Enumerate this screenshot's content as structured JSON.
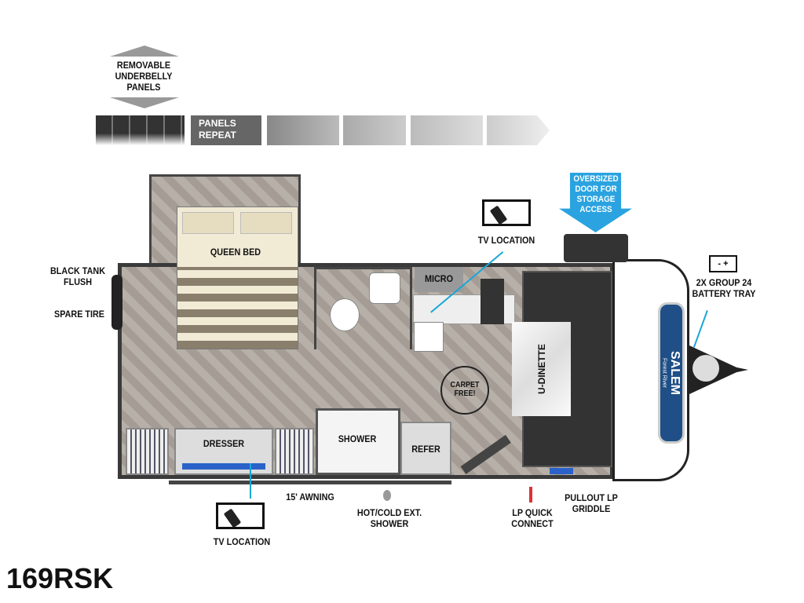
{
  "model": "169RSK",
  "underbelly": {
    "label": "REMOVABLE UNDERBELLY PANELS",
    "repeat": "PANELS REPEAT"
  },
  "callouts": {
    "door": "OVERSIZED DOOR FOR STORAGE ACCESS",
    "tv_top": "TV LOCATION",
    "tv_bottom": "TV LOCATION",
    "black_tank": "BLACK TANK FLUSH",
    "spare_tire": "SPARE TIRE",
    "battery": "2X GROUP 24 BATTERY TRAY",
    "awning": "15' AWNING",
    "ext_shower": "HOT/COLD EXT. SHOWER",
    "lp_quick": "LP QUICK CONNECT",
    "griddle": "PULLOUT LP GRIDDLE",
    "battery_symbol": "-  +"
  },
  "rooms": {
    "bed": "QUEEN BED",
    "micro": "MICRO",
    "dinette": "U-DINETTE",
    "dresser": "DRESSER",
    "shower": "SHOWER",
    "refer": "REFER",
    "carpet": "CARPET FREE!"
  },
  "brand": {
    "logo": "SALEM",
    "sub": "Forest River"
  },
  "colors": {
    "accent": "#19a6d9",
    "wall": "#3a3a3a"
  }
}
